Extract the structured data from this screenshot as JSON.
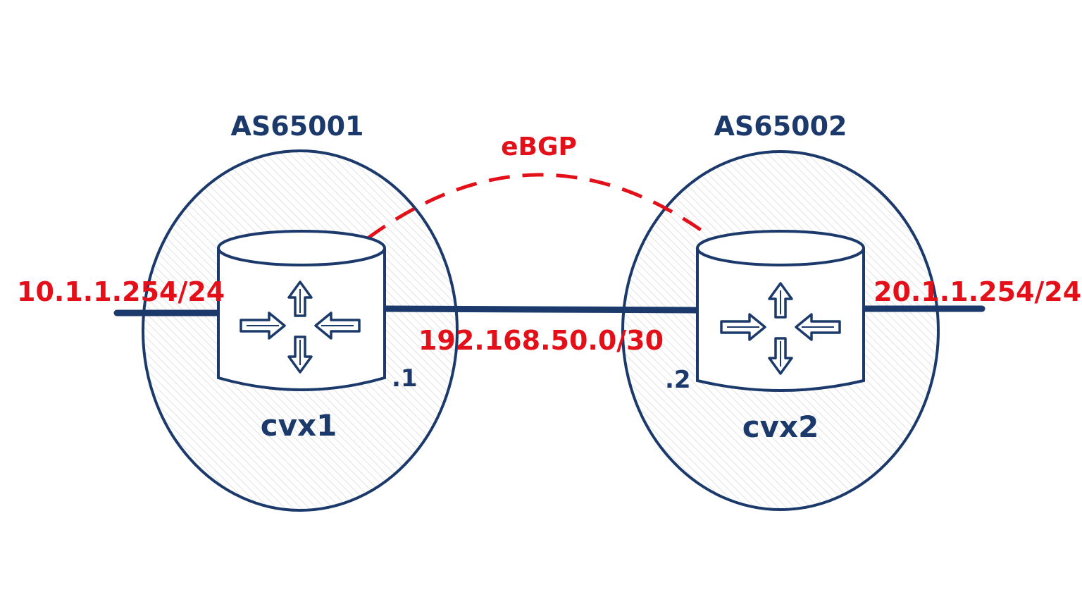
{
  "colors": {
    "navy": "#1b3a6b",
    "red": "#e3101a",
    "hatch": "#d4d4d4"
  },
  "domains": [
    {
      "as": "AS65001",
      "router": "cvx1",
      "iface_suffix": ".1",
      "lan": "10.1.1.254/24"
    },
    {
      "as": "AS65002",
      "router": "cvx2",
      "iface_suffix": ".2",
      "lan": "20.1.1.254/24"
    }
  ],
  "peering": {
    "session_label": "eBGP",
    "link_subnet": "192.168.50.0/30"
  },
  "icons": {
    "router": "router-cylinder-icon"
  }
}
